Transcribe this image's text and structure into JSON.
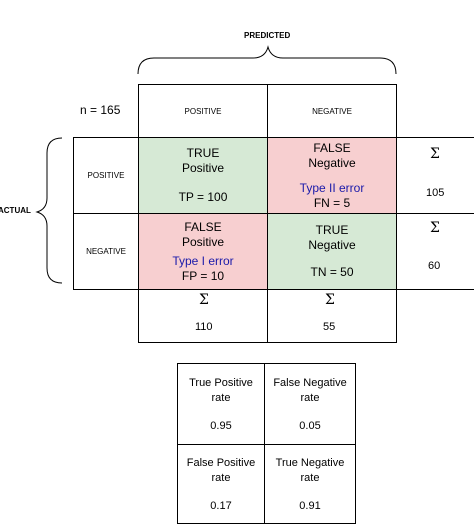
{
  "header": {
    "predicted": "PREDICTED",
    "actual": "ACTUAL",
    "n_label": "n = 165"
  },
  "columns": {
    "positive": "POSITIVE",
    "negative": "NEGATIVE"
  },
  "rows": {
    "positive": "POSITIVE",
    "negative": "NEGATIVE"
  },
  "cells": {
    "tp": {
      "line1": "TRUE",
      "line2": "Positive",
      "value": "TP = 100"
    },
    "fn": {
      "line1": "FALSE",
      "line2": "Negative",
      "error": "Type II error",
      "value": "FN = 5"
    },
    "fp": {
      "line1": "FALSE",
      "line2": "Positive",
      "error": "Type I error",
      "value": "FP = 10"
    },
    "tn": {
      "line1": "TRUE",
      "line2": "Negative",
      "value": "TN = 50"
    }
  },
  "sums": {
    "symbol": "Σ",
    "row_positive": "105",
    "row_negative": "60",
    "col_positive": "110",
    "col_negative": "55"
  },
  "rates": {
    "tpr": {
      "label1": "True Positive",
      "label2": "rate",
      "value": "0.95"
    },
    "fnr": {
      "label1": "False Negative",
      "label2": "rate",
      "value": "0.05"
    },
    "fpr": {
      "label1": "False Positive",
      "label2": "rate",
      "value": "0.17"
    },
    "tnr": {
      "label1": "True Negative",
      "label2": "rate",
      "value": "0.91"
    }
  },
  "colors": {
    "green": "#d6e9d5",
    "red": "#f7cfd0",
    "blue_text": "#1a1aaa"
  }
}
